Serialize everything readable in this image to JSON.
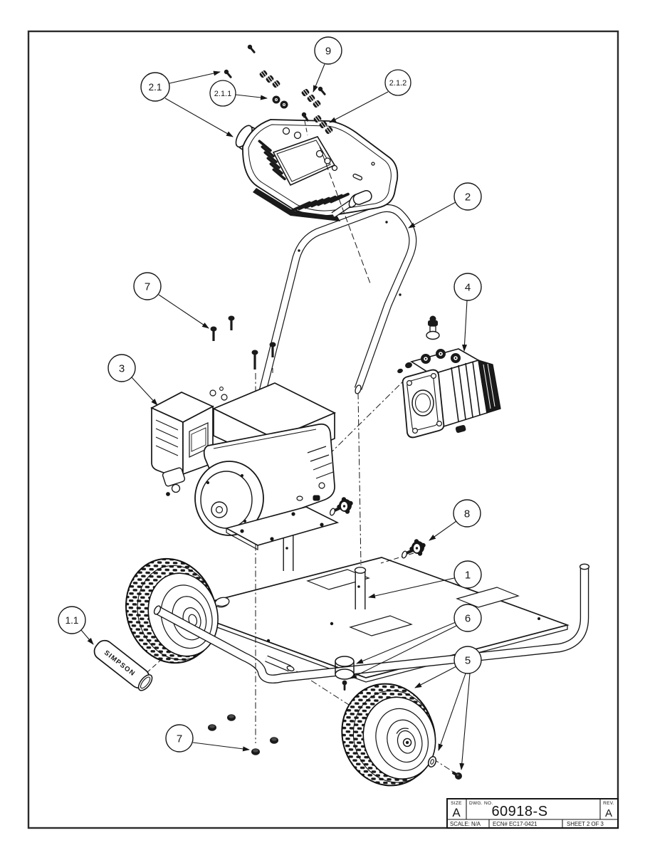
{
  "titleblock": {
    "size_label": "SIZE",
    "size": "A",
    "dwg_label": "DWG.  NO.",
    "dwg_no": "60918-S",
    "rev_label": "REV.",
    "rev": "A",
    "scale_label": "SCALE:",
    "scale_value": "N/A",
    "ecn": "ECN# EC17-0421",
    "sheet": "SHEET 2 OF 3"
  },
  "grip_brand": "SIMPSON",
  "callouts": {
    "c2_1": {
      "label": "2.1"
    },
    "c2_1_1": {
      "label": "2.1.1"
    },
    "c9": {
      "label": "9"
    },
    "c2_1_2": {
      "label": "2.1.2"
    },
    "c2": {
      "label": "2"
    },
    "c7_top": {
      "label": "7"
    },
    "c3": {
      "label": "3"
    },
    "c4": {
      "label": "4"
    },
    "c8": {
      "label": "8"
    },
    "c1": {
      "label": "1"
    },
    "c6": {
      "label": "6"
    },
    "c5": {
      "label": "5"
    },
    "c1_1": {
      "label": "1.1"
    },
    "c7_bottom": {
      "label": "7"
    }
  },
  "colors": {
    "line": "#161616",
    "paper": "#ffffff"
  }
}
